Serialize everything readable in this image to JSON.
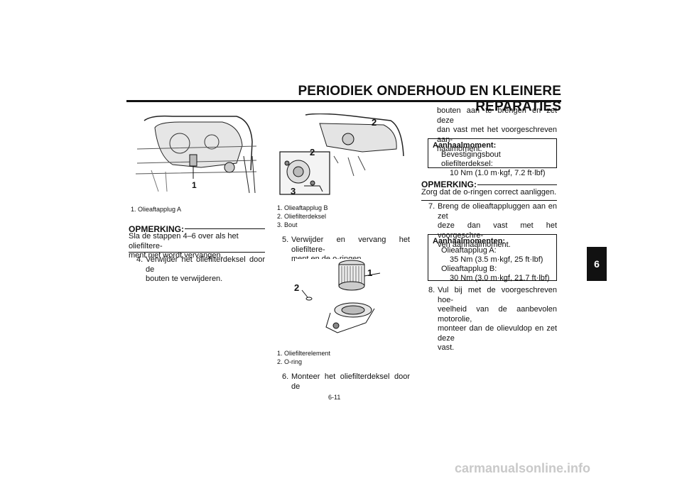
{
  "header": {
    "title": "PERIODIEK ONDERHOUD EN KLEINERE REPARATIES"
  },
  "col1": {
    "fig_callout": "1",
    "caption": [
      "1. Olieaftapplug A"
    ],
    "note_title": "OPMERKING:",
    "note_text": [
      "Sla de stappen 4–6 over als het oliefiltere-",
      "ment niet wordt vervangen."
    ],
    "step4_num": "4.",
    "step4_text": [
      "Verwijder het oliefilterdeksel door de",
      "bouten te verwijderen."
    ]
  },
  "col2": {
    "fig1_callouts": [
      "2",
      "2",
      "3"
    ],
    "fig1_captions": [
      "1. Olieaftapplug B",
      "2. Oliefilterdeksel",
      "3. Bout"
    ],
    "step5_num": "5.",
    "step5_text": [
      "Verwijder en vervang het oliefiltere-",
      "ment en de o-ringen."
    ],
    "fig2_callouts": [
      "1",
      "2"
    ],
    "fig2_captions": [
      "1. Oliefilterelement",
      "2. O-ring"
    ],
    "step6_num": "6.",
    "step6_text": [
      "Monteer het oliefilterdeksel door de"
    ]
  },
  "col3": {
    "cont_text": [
      "bouten aan te brengen en zet deze",
      "dan vast met het voorgeschreven aan-",
      "haalmoment."
    ],
    "box1": {
      "heading": "Aanhaalmoment:",
      "line1": "Bevestigingsbout oliefilterdeksel:",
      "line2": "10 Nm (1.0 m·kgf, 7.2 ft·lbf)"
    },
    "note_title": "OPMERKING:",
    "note_text": "Zorg dat de o-ringen correct aanliggen.",
    "step7_num": "7.",
    "step7_text": [
      "Breng de olieaftappluggen aan en zet",
      "deze dan vast met het voorgeschre-",
      "ven aanhaalmoment."
    ],
    "box2": {
      "heading": "Aanhaalmomenten:",
      "a_label": "Olieaftapplug A:",
      "a_value": "35 Nm (3.5 m·kgf, 25 ft·lbf)",
      "b_label": "Olieaftapplug B:",
      "b_value": "30 Nm (3.0 m·kgf, 21.7 ft·lbf)"
    },
    "step8_num": "8.",
    "step8_text": [
      "Vul bij met de voorgeschreven hoe-",
      "veelheid van de aanbevolen motorolie,",
      "monteer dan de olievuldop en zet deze",
      "vast."
    ]
  },
  "side_tab": "6",
  "page_number": "6-11",
  "watermark": "carmanualsonline.info"
}
